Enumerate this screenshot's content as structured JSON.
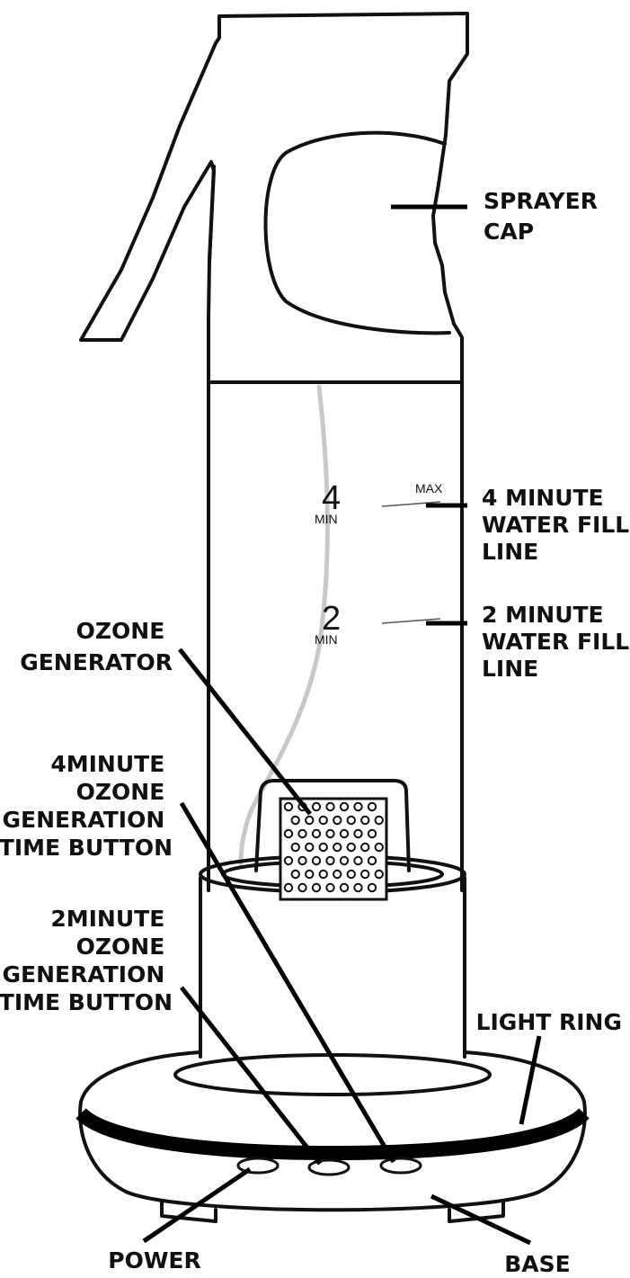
{
  "labels": {
    "sprayer_cap": [
      "SPRAYER",
      "CAP"
    ],
    "fill_4": [
      "4 MINUTE",
      "WATER FILL",
      "LINE"
    ],
    "fill_2": [
      "2 MINUTE",
      "WATER FILL",
      "LINE"
    ],
    "ozone_generator": [
      "OZONE",
      "GENERATOR"
    ],
    "button_4": [
      "4MINUTE",
      "OZONE",
      "GENERATION",
      "TIME BUTTON"
    ],
    "button_2": [
      "2MINUTE",
      "OZONE",
      "GENERATION",
      "TIME BUTTON"
    ],
    "light_ring": [
      "LIGHT RING"
    ],
    "power": [
      "POWER"
    ],
    "base": [
      "BASE"
    ]
  },
  "markings": {
    "four": "4",
    "two": "2",
    "min_4": "MIN",
    "min_2": "MIN",
    "max": "MAX"
  }
}
